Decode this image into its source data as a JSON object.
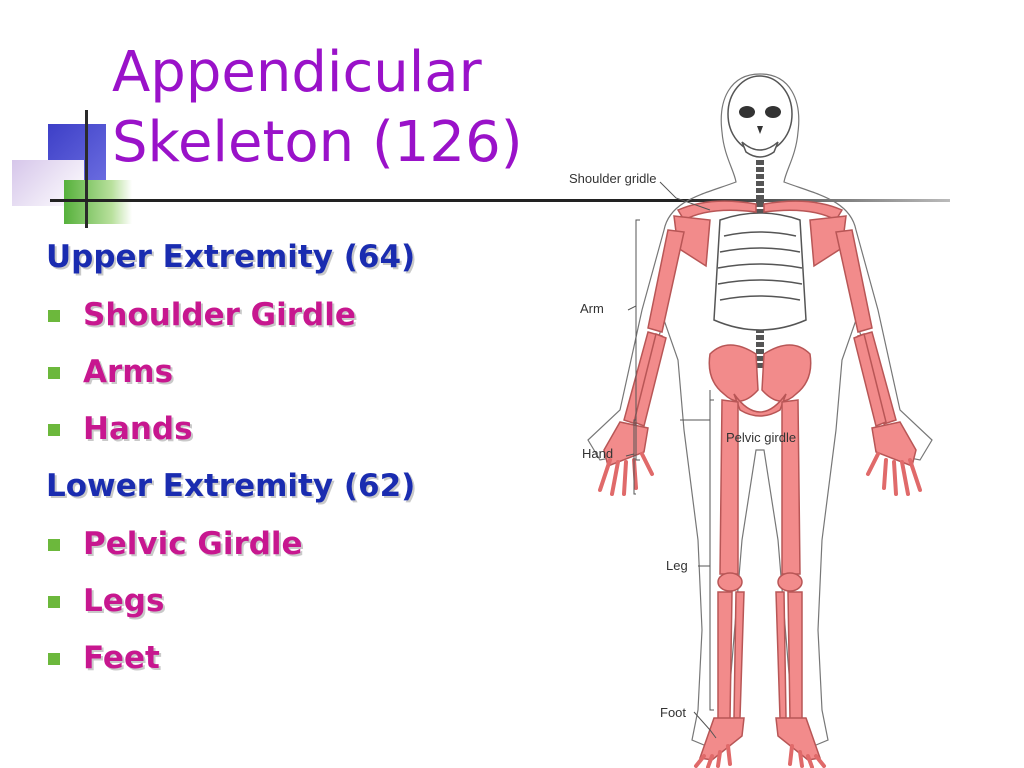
{
  "slide": {
    "title_lines": [
      "Appendicular",
      "Skeleton (126)"
    ],
    "sections": [
      {
        "heading": "Upper Extremity (64)",
        "items": [
          "Shoulder Girdle",
          "Arms",
          "Hands"
        ]
      },
      {
        "heading": "Lower Extremity (62)",
        "items": [
          "Pelvic Girdle",
          "Legs",
          "Feet"
        ]
      }
    ],
    "colors": {
      "title": "#9a12c9",
      "heading": "#1a2cb0",
      "item": "#c7178f",
      "bullet": "#6cb83c",
      "appendicular_bone": "#f28b8b"
    }
  },
  "figure": {
    "labels": {
      "shoulder": "Shoulder gridle",
      "arm": "Arm",
      "hand": "Hand",
      "pelvic": "Pelvic girdle",
      "leg": "Leg",
      "foot": "Foot"
    }
  }
}
